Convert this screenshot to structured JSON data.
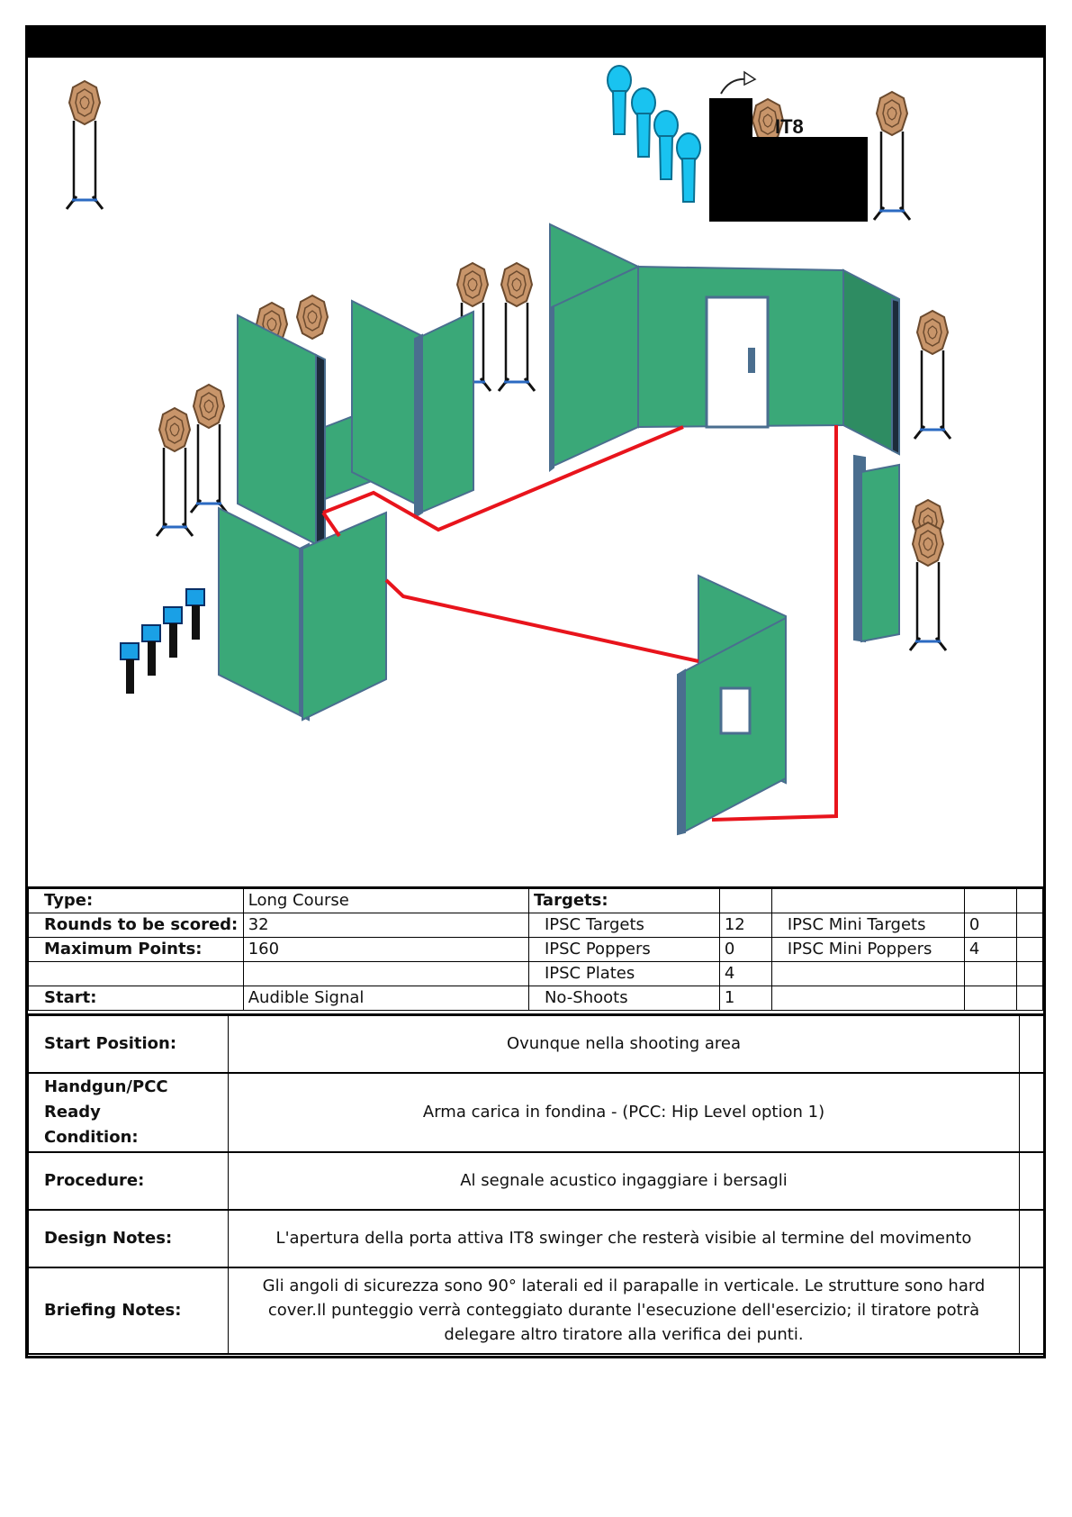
{
  "diagram": {
    "swinger_label": "IT8"
  },
  "stage": {
    "type_label": "Type:",
    "type_value": "Long Course",
    "rounds_label": "Rounds to be scored:",
    "rounds_value": "32",
    "points_label": "Maximum Points:",
    "points_value": "160",
    "start_label": "Start:",
    "start_value": "Audible Signal",
    "targets_label": "Targets:",
    "targets": [
      {
        "name": "IPSC Targets",
        "count": "12"
      },
      {
        "name": "IPSC Poppers",
        "count": "0"
      },
      {
        "name": "IPSC Plates",
        "count": "4"
      },
      {
        "name": "No-Shoots",
        "count": "1"
      }
    ],
    "mini_targets": [
      {
        "name": "IPSC Mini Targets",
        "count": "0"
      },
      {
        "name": "IPSC Mini Poppers",
        "count": "4"
      }
    ]
  },
  "details": {
    "start_position_label": "Start Position:",
    "start_position_value": "Ovunque nella shooting area",
    "ready_label_1": "Handgun/PCC Ready",
    "ready_label_2": "Condition:",
    "ready_value": "Arma carica in fondina - (PCC: Hip Level option 1)",
    "procedure_label": "Procedure:",
    "procedure_value": "Al segnale acustico ingaggiare i bersagli",
    "design_label": "Design Notes:",
    "design_value": "L'apertura della porta attiva IT8 swinger che resterà visibie al termine del movimento",
    "briefing_label": "Briefing Notes:",
    "briefing_line_1": "Gli angoli di sicurezza sono 90° laterali ed il parapalle in verticale. Le strutture sono hard",
    "briefing_line_2": "cover.Il punteggio verrà conteggiato durante l'esecuzione dell'esercizio; il tiratore potrà",
    "briefing_line_3": "delegare altro tiratore alla verifica  dei punti."
  },
  "colors": {
    "wall_face": "#3aa878",
    "wall_dark": "#2e8c62",
    "wall_edge": "#4a6e8f",
    "target_fill": "#c8956a",
    "no_shoot": "#19c3f0",
    "plate": "#1aa0e6",
    "path": "#e8141c"
  }
}
